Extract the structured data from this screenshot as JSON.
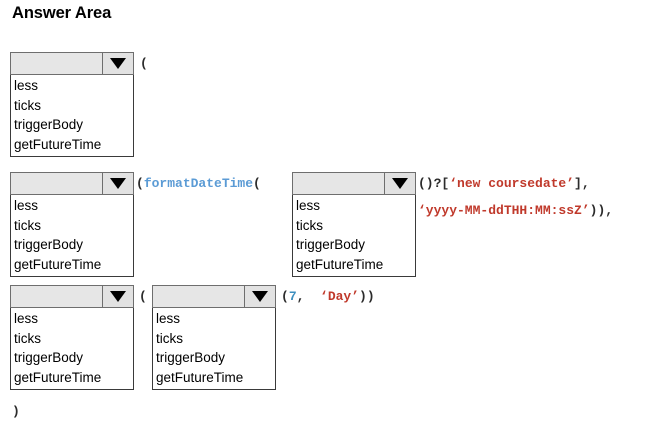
{
  "page": {
    "title": "Answer Area",
    "background": "#ffffff"
  },
  "colors": {
    "dropdown_header_bg": "#e6e6e6",
    "dropdown_border": "#6e6e6e",
    "list_border": "#3a3a3a",
    "function_blue": "#5b9bd5",
    "string_red": "#c0392b",
    "number_blue": "#3d8fbf",
    "punctuation": "#2b2b2b"
  },
  "dropdown_options": [
    "less",
    "ticks",
    "triggerBody",
    "getFutureTime"
  ],
  "dropdowns": [
    {
      "id": "dropdown-1",
      "value": "",
      "options": [
        "less",
        "ticks",
        "triggerBody",
        "getFutureTime"
      ]
    },
    {
      "id": "dropdown-2",
      "value": "",
      "options": [
        "less",
        "ticks",
        "triggerBody",
        "getFutureTime"
      ]
    },
    {
      "id": "dropdown-3",
      "value": "",
      "options": [
        "less",
        "ticks",
        "triggerBody",
        "getFutureTime"
      ]
    },
    {
      "id": "dropdown-4",
      "value": "",
      "options": [
        "less",
        "ticks",
        "triggerBody",
        "getFutureTime"
      ]
    },
    {
      "id": "dropdown-5",
      "value": "",
      "options": [
        "less",
        "ticks",
        "triggerBody",
        "getFutureTime"
      ]
    }
  ],
  "code": {
    "row1_after": "(",
    "row2_after_open": "(",
    "row2_function": "formatDateTime",
    "row2_function_open": "(",
    "row2_line1_punc_a": "()?[",
    "row2_line1_string": "‘new coursedate’",
    "row2_line1_punc_b": "],",
    "row2_line2_string": "‘yyyy-MM-ddTHH:MM:ssZ’",
    "row2_line2_punc": ")),",
    "row3_after_first": "(",
    "row3_open": "(",
    "row3_number": "7",
    "row3_comma": ",  ",
    "row3_string": "‘Day’",
    "row3_close": "))",
    "closing_paren": ")"
  },
  "icons": {
    "dropdown_arrow": "chevron-down-icon"
  }
}
